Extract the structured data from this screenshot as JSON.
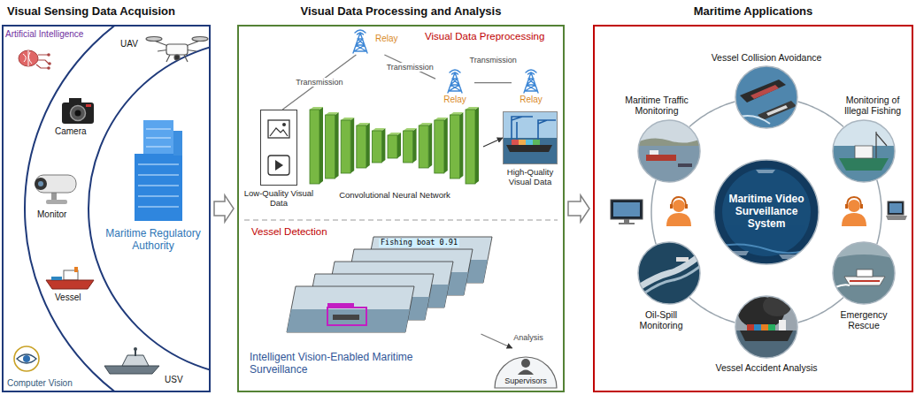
{
  "diagram": {
    "nodes": [
      {
        "text": [
          "Visual Sensing Data Acquision"
        ]
      },
      {
        "text": [
          "Maritime Regulatory Authority"
        ],
        "in": 0
      },
      {
        "text": [
          "Visual Data Processing and Analysis"
        ]
      },
      {
        "text": [
          "Visual Data Preprocessing"
        ],
        "in": 2
      },
      {
        "text": [
          "Relay"
        ],
        "in": 3
      },
      {
        "text": [
          "Relay"
        ],
        "in": 3
      },
      {
        "text": [
          "Relay"
        ],
        "in": 3
      },
      {
        "text": [
          "Low-Quality Visual Data"
        ],
        "in": 3
      },
      {
        "text": [
          "Convolutional Neural Network"
        ],
        "in": 3
      },
      {
        "text": [
          "High-Quality Visual Data"
        ],
        "in": 3
      },
      {
        "text": [
          "Vessel Detection",
          "Intelligent Vision-Enabled Maritime Surveillance"
        ],
        "in": 2
      },
      {
        "text": [
          "Fishing boat 0.91"
        ],
        "in": 10
      },
      {
        "text": [
          "Supervisors"
        ],
        "in": 10
      },
      {
        "text": [
          "Maritime Applications"
        ]
      },
      {
        "text": [
          "Maritime Traffic Monitoring"
        ],
        "in": 13
      },
      {
        "text": [
          "Vessel Collision Avoidance"
        ],
        "in": 13
      },
      {
        "text": [
          "Monitoring of Illegal Fishing"
        ],
        "in": 13
      },
      {
        "text": [
          "Maritime Video Surveillance System"
        ],
        "in": 13
      },
      {
        "text": [
          "Oil-Spill Monitoring"
        ],
        "in": 13
      },
      {
        "text": [
          "Vessel Accident Analysis"
        ],
        "in": 13
      },
      {
        "text": [
          "Emergency Rescue"
        ],
        "in": 13
      }
    ],
    "edges": [
      {
        "from": 0,
        "to": 2,
        "arrow": "to"
      },
      {
        "from": 2,
        "to": 13,
        "arrow": "to"
      },
      {
        "from": 7,
        "to": 4,
        "arrow": "none",
        "label": "Transmission"
      },
      {
        "from": 4,
        "to": 5,
        "arrow": "none",
        "label": "Transmission"
      },
      {
        "from": 5,
        "to": 6,
        "arrow": "none",
        "label": "Transmission"
      },
      {
        "from": 8,
        "to": 9,
        "arrow": "to"
      },
      {
        "from": 11,
        "to": 12,
        "arrow": "to",
        "label": "Analysis"
      },
      {
        "from": 14,
        "to": 15,
        "arrow": "none"
      },
      {
        "from": 15,
        "to": 16,
        "arrow": "none"
      },
      {
        "from": 16,
        "to": 20,
        "arrow": "none"
      },
      {
        "from": 20,
        "to": 19,
        "arrow": "none"
      },
      {
        "from": 19,
        "to": 18,
        "arrow": "none"
      },
      {
        "from": 18,
        "to": 14,
        "arrow": "none"
      }
    ],
    "labels": [
      "Artificial Intelligence",
      "UAV",
      "Camera",
      "Monitor",
      "Vessel",
      "USV",
      "Computer Vision"
    ]
  }
}
